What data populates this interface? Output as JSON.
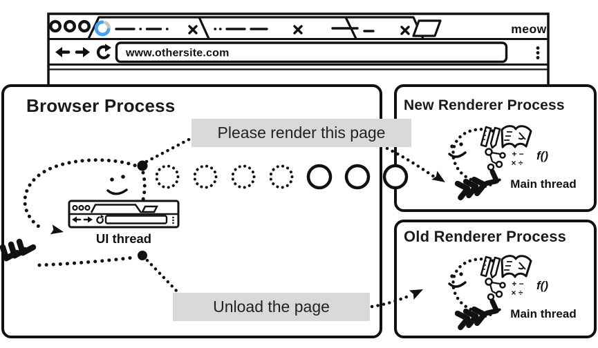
{
  "window": {
    "brand": "meow",
    "address_bar": {
      "url": "www.othersite.com"
    },
    "controls": [
      "back",
      "forward",
      "reload",
      "menu"
    ],
    "tab_count": 3
  },
  "messages": {
    "render": "Please render this page",
    "unload": "Unload the page"
  },
  "processes": {
    "browser": {
      "title": "Browser Process",
      "thread": "UI thread"
    },
    "new_renderer": {
      "title": "New Renderer Process",
      "thread": "Main thread"
    },
    "old_renderer": {
      "title": "Old Renderer Process",
      "thread": "Main thread"
    }
  },
  "glyphs": {
    "math_row1": "+ −",
    "math_row2": "× ÷",
    "function": "f()"
  },
  "icons": [
    "spinner-icon",
    "close-icon",
    "new-tab-icon",
    "back-icon",
    "forward-icon",
    "reload-icon",
    "menu-dots-icon",
    "smiley-icon",
    "mini-browser-icon",
    "ruler-pencil-icon",
    "book-icon",
    "dom-tree-icon",
    "math-icon",
    "function-icon",
    "chevron-icon"
  ],
  "colors": {
    "ink": "#111111",
    "label_bg": "#d9d9d9",
    "spinner_blue": "#4aa3e8",
    "spinner_tail": "#c4c4c4"
  }
}
